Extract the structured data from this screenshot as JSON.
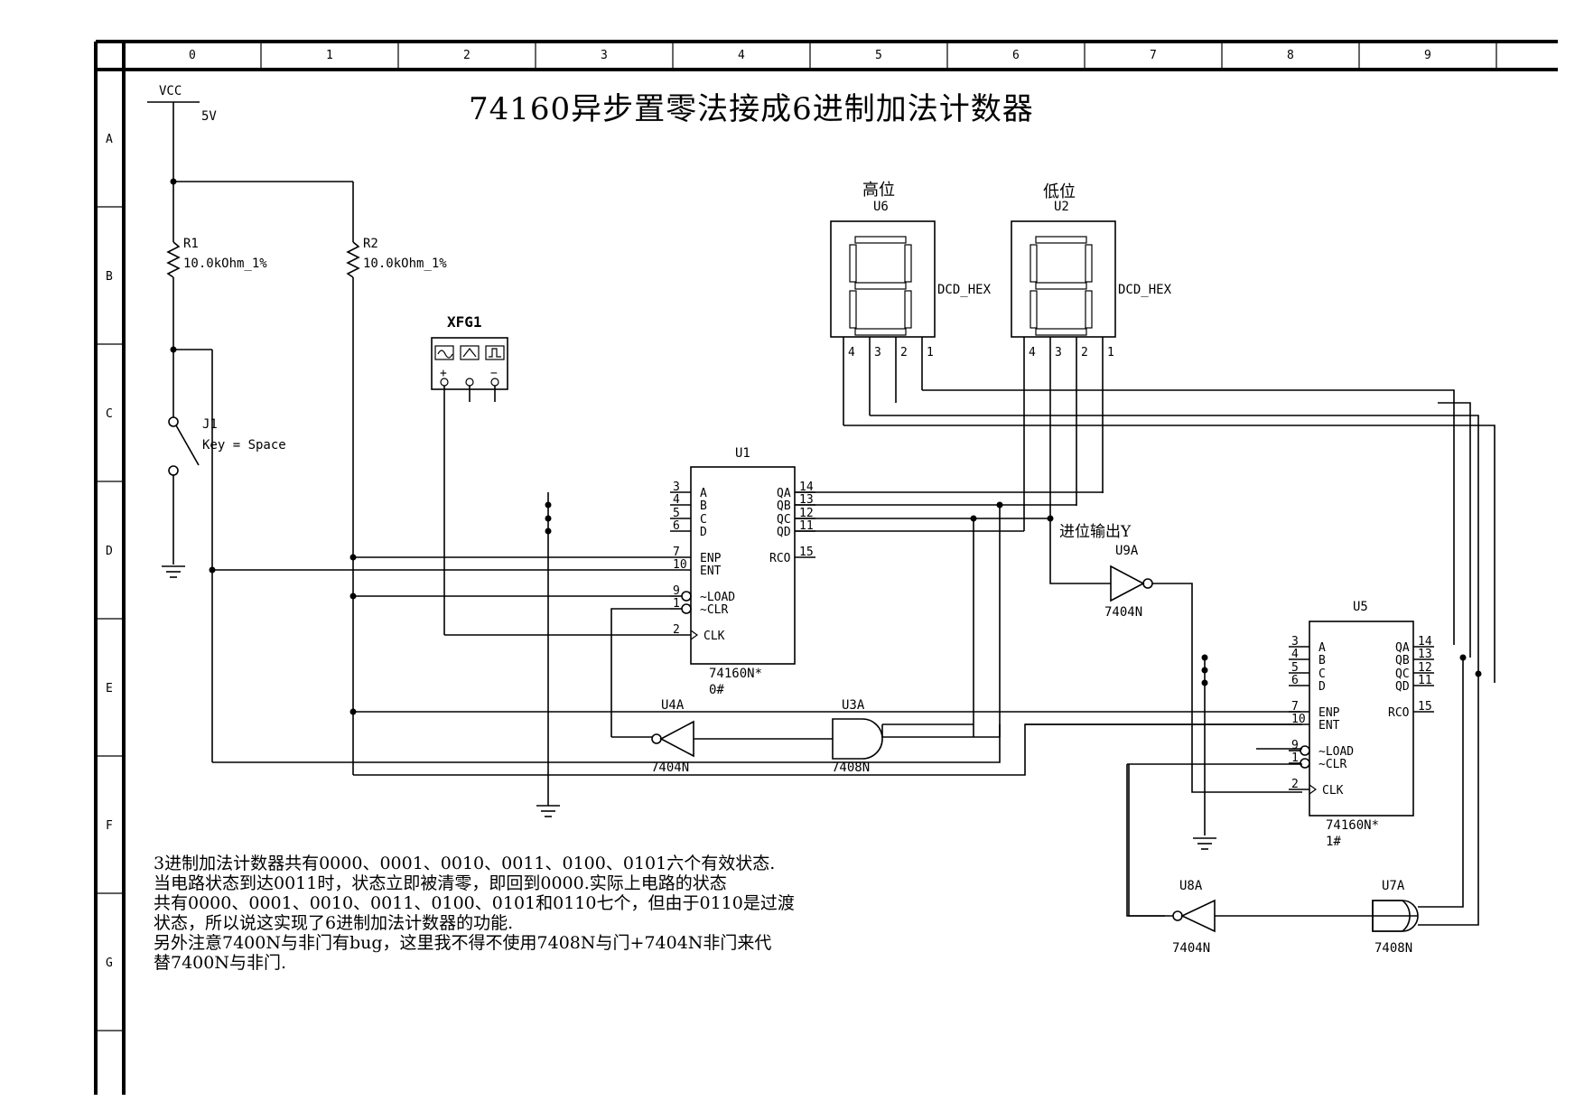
{
  "title": "74160异步置零法接成6进制加法计数器",
  "grid": {
    "columns": [
      "0",
      "1",
      "2",
      "3",
      "4",
      "5",
      "6",
      "7",
      "8",
      "9"
    ],
    "rows": [
      "A",
      "B",
      "C",
      "D",
      "E",
      "F",
      "G"
    ]
  },
  "vcc": {
    "name": "VCC",
    "value": "5V"
  },
  "resistors": [
    {
      "ref": "R1",
      "value": "10.0kOhm_1%"
    },
    {
      "ref": "R2",
      "value": "10.0kOhm_1%"
    }
  ],
  "switch": {
    "ref": "J1",
    "key": "Key = Space"
  },
  "generator": {
    "ref": "XFG1",
    "plus": "+",
    "minus": "−"
  },
  "displays": [
    {
      "caption": "高位",
      "ref": "U6",
      "model": "DCD_HEX",
      "pins": [
        "4",
        "3",
        "2",
        "1"
      ]
    },
    {
      "caption": "低位",
      "ref": "U2",
      "model": "DCD_HEX",
      "pins": [
        "4",
        "3",
        "2",
        "1"
      ]
    }
  ],
  "counters": [
    {
      "ref": "U1",
      "model": "74160N*",
      "tag": "0#",
      "left_pins": [
        {
          "num": "3",
          "name": "A"
        },
        {
          "num": "4",
          "name": "B"
        },
        {
          "num": "5",
          "name": "C"
        },
        {
          "num": "6",
          "name": "D"
        },
        {
          "num": "7",
          "name": "ENP"
        },
        {
          "num": "10",
          "name": "ENT"
        },
        {
          "num": "9",
          "name": "~LOAD"
        },
        {
          "num": "1",
          "name": "~CLR"
        },
        {
          "num": "2",
          "name": "CLK"
        }
      ],
      "right_pins": [
        {
          "num": "14",
          "name": "QA"
        },
        {
          "num": "13",
          "name": "QB"
        },
        {
          "num": "12",
          "name": "QC"
        },
        {
          "num": "11",
          "name": "QD"
        },
        {
          "num": "15",
          "name": "RCO"
        }
      ]
    },
    {
      "ref": "U5",
      "model": "74160N*",
      "tag": "1#",
      "left_pins": [
        {
          "num": "3",
          "name": "A"
        },
        {
          "num": "4",
          "name": "B"
        },
        {
          "num": "5",
          "name": "C"
        },
        {
          "num": "6",
          "name": "D"
        },
        {
          "num": "7",
          "name": "ENP"
        },
        {
          "num": "10",
          "name": "ENT"
        },
        {
          "num": "9",
          "name": "~LOAD"
        },
        {
          "num": "1",
          "name": "~CLR"
        },
        {
          "num": "2",
          "name": "CLK"
        }
      ],
      "right_pins": [
        {
          "num": "14",
          "name": "QA"
        },
        {
          "num": "13",
          "name": "QB"
        },
        {
          "num": "12",
          "name": "QC"
        },
        {
          "num": "11",
          "name": "QD"
        },
        {
          "num": "15",
          "name": "RCO"
        }
      ]
    }
  ],
  "gates": [
    {
      "ref": "U4A",
      "model": "7404N"
    },
    {
      "ref": "U3A",
      "model": "7408N"
    },
    {
      "ref": "U9A",
      "model": "7404N"
    },
    {
      "ref": "U8A",
      "model": "7404N"
    },
    {
      "ref": "U7A",
      "model": "7408N"
    }
  ],
  "carry_label": "进位输出Y",
  "notes": [
    "3进制加法计数器共有0000、0001、0010、0011、0100、0101六个有效状态.",
    "当电路状态到达0011时，状态立即被清零，即回到0000.实际上电路的状态",
    "共有0000、0001、0010、0011、0100、0101和0110七个，但由于0110是过渡",
    "状态，所以说这实现了6进制加法计数器的功能.",
    "另外注意7400N与非门有bug，这里我不得不使用7408N与门+7404N非门来代",
    "替7400N与非门."
  ]
}
